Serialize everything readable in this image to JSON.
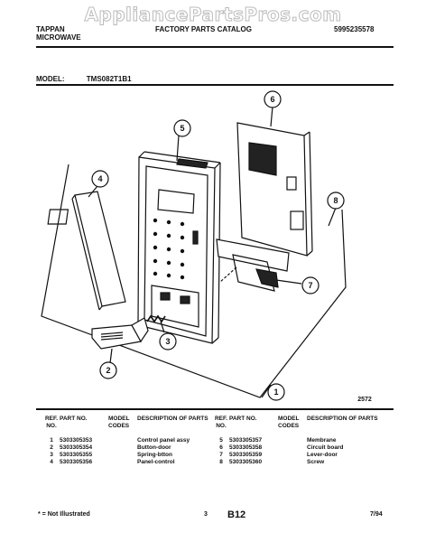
{
  "watermark": "AppliancePartsPros.com",
  "header": {
    "brand_line1": "TAPPAN",
    "brand_line2": "MICROWAVE",
    "catalog_title": "FACTORY PARTS CATALOG",
    "catalog_number": "5995235578",
    "model_label": "MODEL:",
    "model_value": "TMS082T1B1"
  },
  "diagram": {
    "figure_number": "2572",
    "callouts": [
      "1",
      "2",
      "3",
      "4",
      "5",
      "6",
      "7",
      "8"
    ]
  },
  "parts_table": {
    "columns": [
      "REF. NO.",
      "PART NO.",
      "MODEL CODES",
      "DESCRIPTION OF PARTS"
    ],
    "left": [
      {
        "ref": "1",
        "part": "5303305353",
        "code": "",
        "desc": "Control panel assy"
      },
      {
        "ref": "2",
        "part": "5303305354",
        "code": "",
        "desc": "Button-door"
      },
      {
        "ref": "3",
        "part": "5303305355",
        "code": "",
        "desc": "Spring-btton"
      },
      {
        "ref": "4",
        "part": "5303305356",
        "code": "",
        "desc": "Panel-control"
      }
    ],
    "right": [
      {
        "ref": "5",
        "part": "5303305357",
        "code": "",
        "desc": "Membrane"
      },
      {
        "ref": "6",
        "part": "5303305358",
        "code": "",
        "desc": "Circuit board"
      },
      {
        "ref": "7",
        "part": "5303305359",
        "code": "",
        "desc": "Lever-door"
      },
      {
        "ref": "8",
        "part": "5303305360",
        "code": "",
        "desc": "Screw"
      }
    ]
  },
  "footer": {
    "note": "* = Not Illustrated",
    "page_num": "3",
    "section": "B12",
    "date": "7/94"
  }
}
